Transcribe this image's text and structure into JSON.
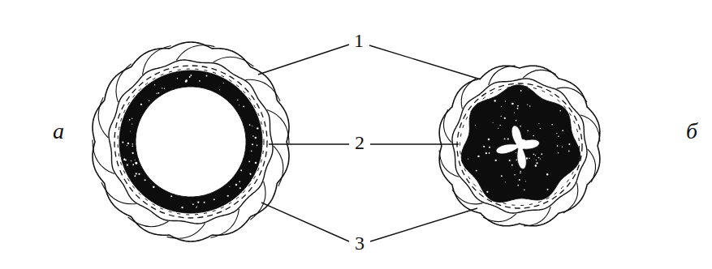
{
  "diagram": {
    "labels": [
      "а",
      "1",
      "2",
      "3",
      "б"
    ]
  }
}
